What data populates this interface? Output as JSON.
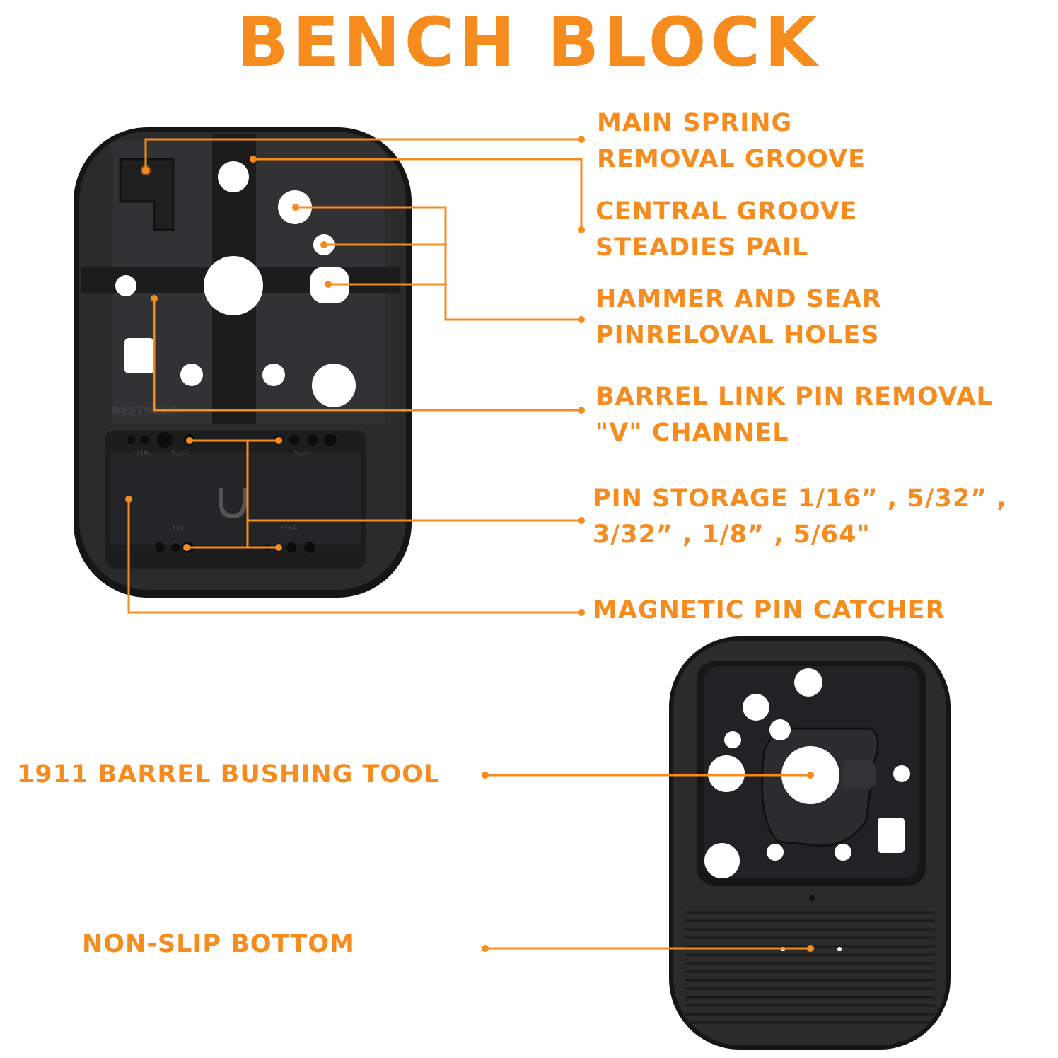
{
  "title": "BENCH BLOCK",
  "colors": {
    "accent": "#f68b1e",
    "block_body": "#2b2b2c",
    "block_edge": "#151516",
    "hole": "#ffffff",
    "background": "#ffffff"
  },
  "callouts": {
    "main_spring": [
      "MAIN SPRING",
      "REMOVAL GROOVE"
    ],
    "central_groove": [
      "CENTRAL GROOVE",
      "STEADIES PAIL"
    ],
    "hammer_sear": [
      "HAMMER AND SEAR",
      "PINRELOVAL HOLES"
    ],
    "barrel_link": [
      "BARREL LINK PIN REMOVAL",
      "\"V\" CHANNEL"
    ],
    "pin_storage": [
      "PIN STORAGE 1/16” , 5/32” ,",
      "3/32” , 1/8” , 5/64\""
    ],
    "magnetic": [
      "MAGNETIC PIN CATCHER"
    ],
    "bushing_tool": [
      "1911 BARREL BUSHING TOOL"
    ],
    "non_slip": [
      "NON-SLIP BOTTOM"
    ]
  },
  "block_markings": {
    "brand": "BESTNEED",
    "sizes_top": [
      "1/16",
      "5/32",
      "5/32"
    ],
    "sizes_bottom": [
      "1/8",
      "5/64"
    ]
  }
}
